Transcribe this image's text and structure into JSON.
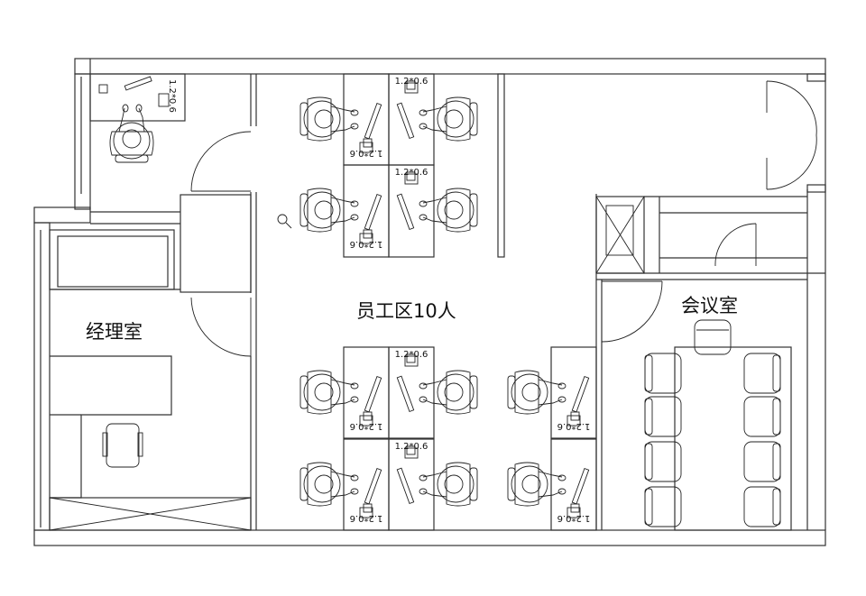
{
  "rooms": {
    "manager_office": "经理室",
    "staff_area": "员工区10人",
    "meeting_room": "会议室"
  },
  "desk_label": "1.2*0.6",
  "colors": {
    "line": "#333333",
    "background": "#ffffff"
  }
}
